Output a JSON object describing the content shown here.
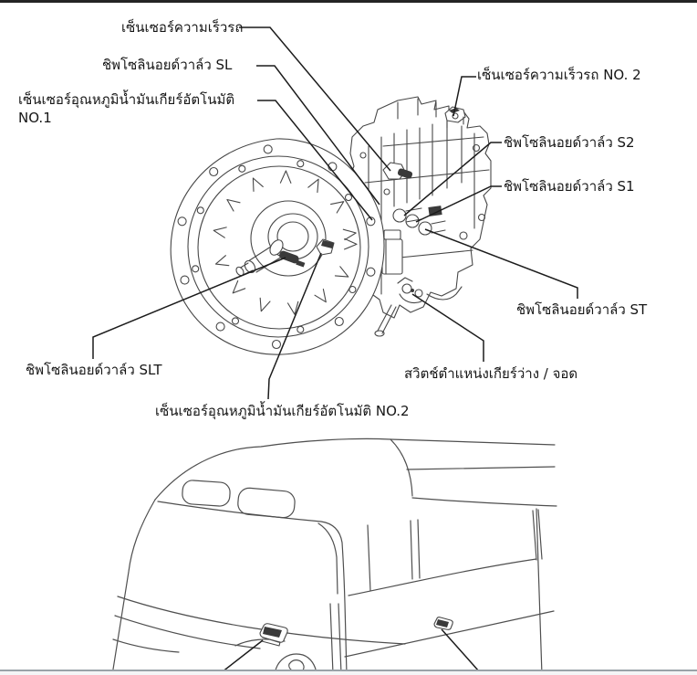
{
  "page": {
    "background": "#ffffff",
    "top_border_color": "#242424",
    "bottom_border_color": "#9aa2a8",
    "line_art_color": "#474747",
    "leader_line_color": "#1c1c1c",
    "label_text_color": "#161616"
  },
  "labels": {
    "vehicle_speed_sensor": "เซ็นเซอร์ความเร็วรถ",
    "solenoid_sl": "ชิพโซลินอยด์วาล์ว SL",
    "atf_temp_sensor_no1_line1": "เซ็นเซอร์อุณหภูมิน้ำมันเกียร์อัตโนมัติ",
    "atf_temp_sensor_no1_line2": "NO.1",
    "vehicle_speed_sensor_no2": "เซ็นเซอร์ความเร็วรถ NO. 2",
    "solenoid_s2": "ชิพโซลินอยด์วาล์ว S2",
    "solenoid_s1": "ชิพโซลินอยด์วาล์ว S1",
    "solenoid_st": "ชิพโซลินอยด์วาล์ว ST",
    "park_neutral_position_switch": "สวิตช์ตำแหน่งเกียร์ว่าง / จอด",
    "solenoid_slt": "ชิพโซลินอยด์วาล์ว SLT",
    "atf_temp_sensor_no2": "เซ็นเซอร์อุณหภูมิน้ำมันเกียร์อัตโนมัติ NO.2"
  }
}
